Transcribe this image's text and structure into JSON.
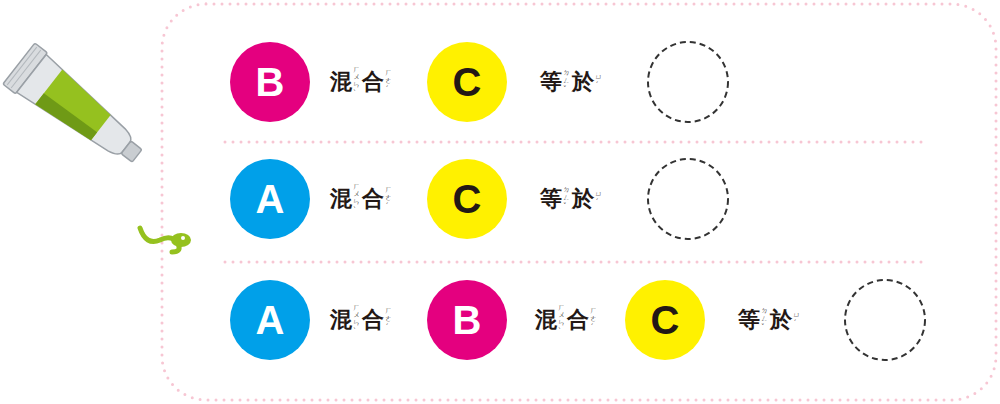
{
  "diagram": {
    "nodes": [
      {
        "text": [
          "B"
        ]
      },
      {
        "text": [
          "C"
        ]
      },
      {
        "text": [
          "A"
        ]
      },
      {
        "text": [
          "C"
        ]
      },
      {
        "text": [
          "A"
        ]
      },
      {
        "text": [
          "B"
        ]
      },
      {
        "text": [
          "C"
        ]
      }
    ],
    "labels": [
      "混",
      "ㄏㄨㄣˋ",
      "合",
      "ㄏㄜˊ",
      "等",
      "ㄉㄥˇ",
      "於",
      "ㄩˊ",
      "混",
      "ㄏㄨㄣˋ",
      "合",
      "ㄏㄜˊ",
      "等",
      "ㄉㄥˇ",
      "於",
      "ㄩˊ",
      "混",
      "ㄏㄨㄣˋ",
      "合",
      "ㄏㄜˊ",
      "混",
      "ㄏㄨㄣˋ",
      "合",
      "ㄏㄜˊ",
      "等",
      "ㄉㄥˇ",
      "於",
      "ㄩˊ"
    ]
  }
}
